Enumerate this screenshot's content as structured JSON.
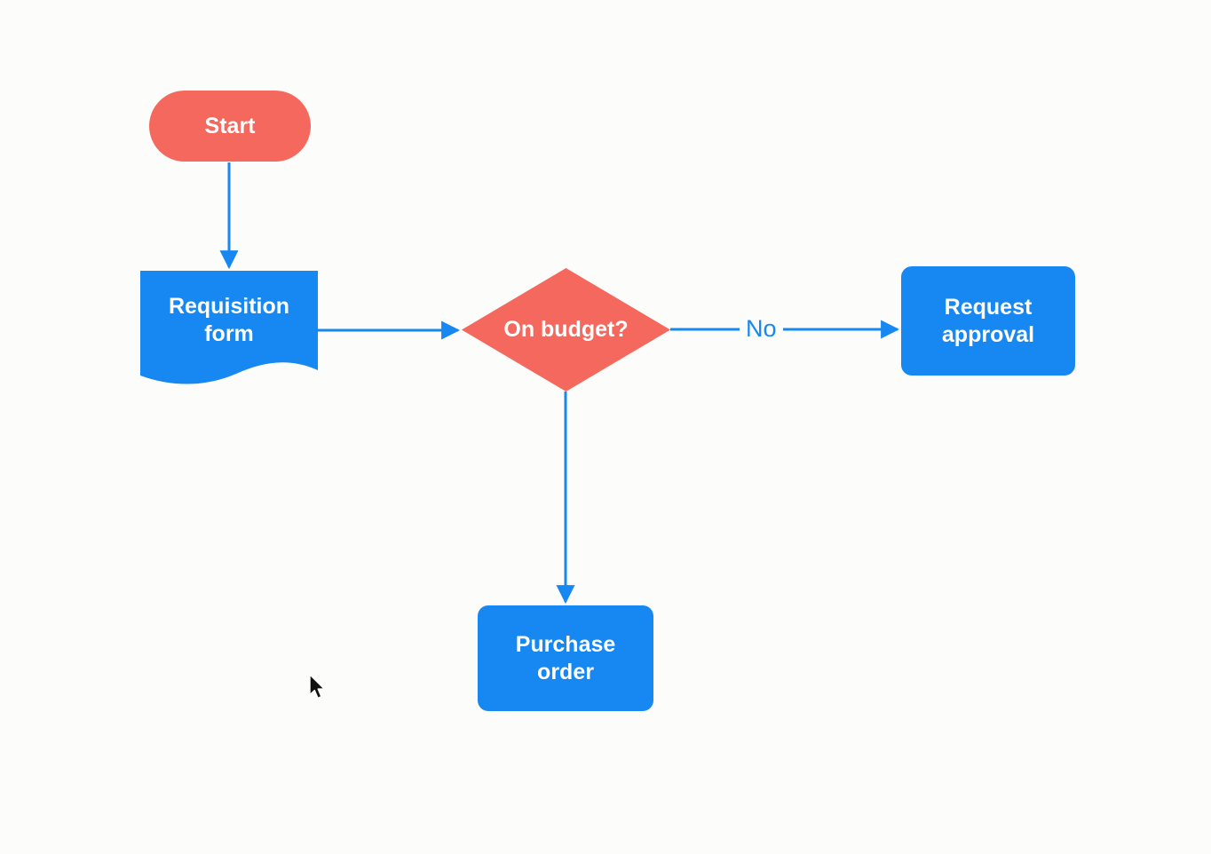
{
  "colors": {
    "background": "#FCFCFB",
    "shape_blue": "#1787F2",
    "shape_red": "#F5685D",
    "connector": "#1787F2",
    "node_text": "#FFFFFF"
  },
  "nodes": {
    "start": {
      "label": "Start",
      "shape": "terminator-pill",
      "color": "#F5685D"
    },
    "requisition_form": {
      "label": "Requisition form",
      "shape": "document",
      "color": "#1787F2"
    },
    "decision": {
      "label": "On budget?",
      "shape": "diamond",
      "color": "#F5685D"
    },
    "request_approval": {
      "label": "Request approval",
      "shape": "rounded-rectangle",
      "color": "#1787F2"
    },
    "purchase_order": {
      "label": "Purchase order",
      "shape": "rounded-rectangle",
      "color": "#1787F2"
    }
  },
  "edges": {
    "start_to_requisition": {
      "label": ""
    },
    "requisition_to_decision": {
      "label": ""
    },
    "decision_to_request_approval": {
      "label": "No"
    },
    "decision_to_purchase_order": {
      "label": ""
    }
  }
}
